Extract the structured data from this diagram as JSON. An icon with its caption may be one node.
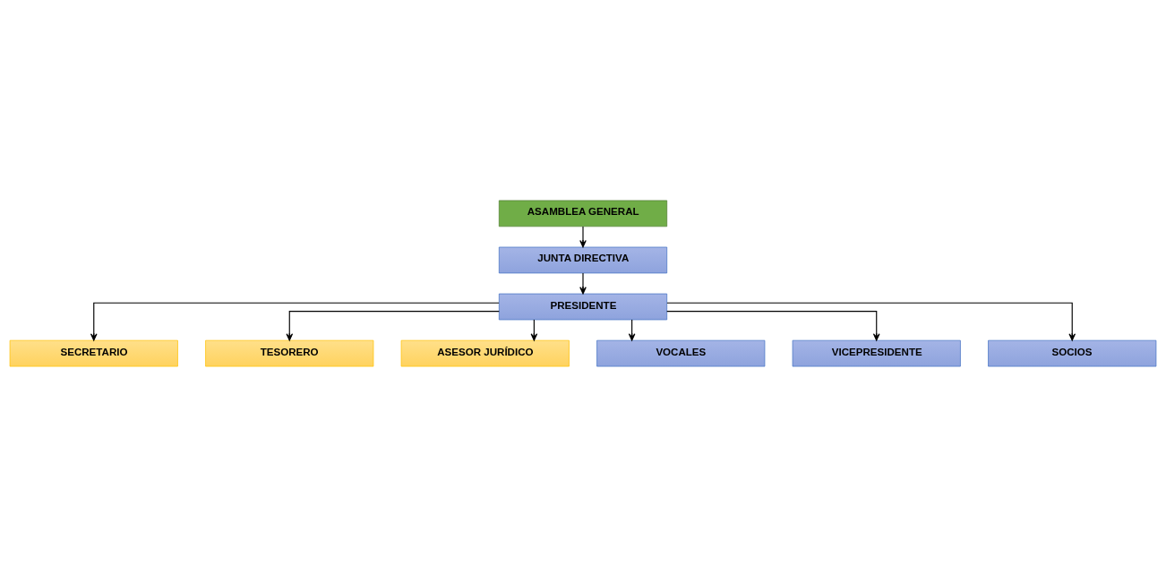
{
  "diagram": {
    "nodes": [
      {
        "text": [
          "ASAMBLEA GENERAL"
        ]
      },
      {
        "text": [
          "JUNTA DIRECTIVA"
        ]
      },
      {
        "text": [
          "PRESIDENTE"
        ]
      },
      {
        "text": [
          "SECRETARIO"
        ]
      },
      {
        "text": [
          "TESORERO"
        ]
      },
      {
        "text": [
          "ASESOR JURÍDICO"
        ]
      },
      {
        "text": [
          "VOCALES"
        ]
      },
      {
        "text": [
          "VICEPRESIDENTE"
        ]
      },
      {
        "text": [
          "SOCIOS"
        ]
      }
    ],
    "edges": [
      {
        "from": 0,
        "to": 1,
        "arrow": "to"
      },
      {
        "from": 1,
        "to": 2,
        "arrow": "to"
      },
      {
        "from": 2,
        "to": 3,
        "arrow": "to"
      },
      {
        "from": 2,
        "to": 4,
        "arrow": "to"
      },
      {
        "from": 2,
        "to": 5,
        "arrow": "to"
      },
      {
        "from": 2,
        "to": 6,
        "arrow": "to"
      },
      {
        "from": 2,
        "to": 7,
        "arrow": "to"
      },
      {
        "from": 2,
        "to": 8,
        "arrow": "to"
      }
    ]
  }
}
